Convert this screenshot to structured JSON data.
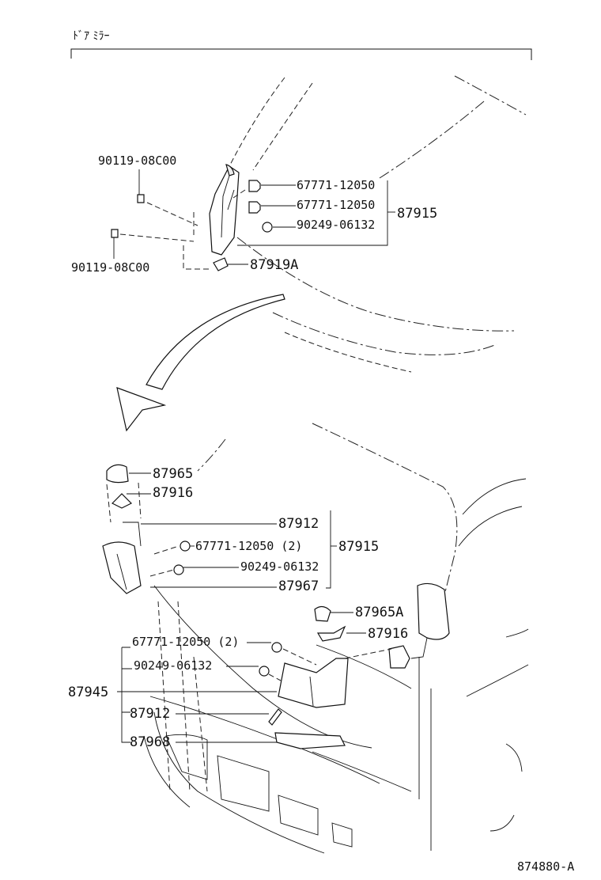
{
  "title": "ﾄﾞｱ ﾐﾗｰ",
  "figure_code": "874880-A",
  "top_view": {
    "bolt_upper": "90119-08C00",
    "bolt_lower": "90119-08C00",
    "clip_1": "67771-12050",
    "clip_2": "67771-12050",
    "screw": "90249-06132",
    "assembly": "87915",
    "bracket": "87919A"
  },
  "bottom_view": {
    "cover_right": "87965",
    "gasket_right": "87916",
    "seal_right": "87912",
    "clip_right": "67771-12050 (2)",
    "screw_right": "90249-06132",
    "pad_right": "87967",
    "assembly_right": "87915",
    "cover_left": "87965A",
    "gasket_left": "87916",
    "clip_left": "67771-12050 (2)",
    "screw_left": "90249-06132",
    "assembly_left": "87945",
    "seal_left": "87912",
    "pad_left": "87968"
  }
}
